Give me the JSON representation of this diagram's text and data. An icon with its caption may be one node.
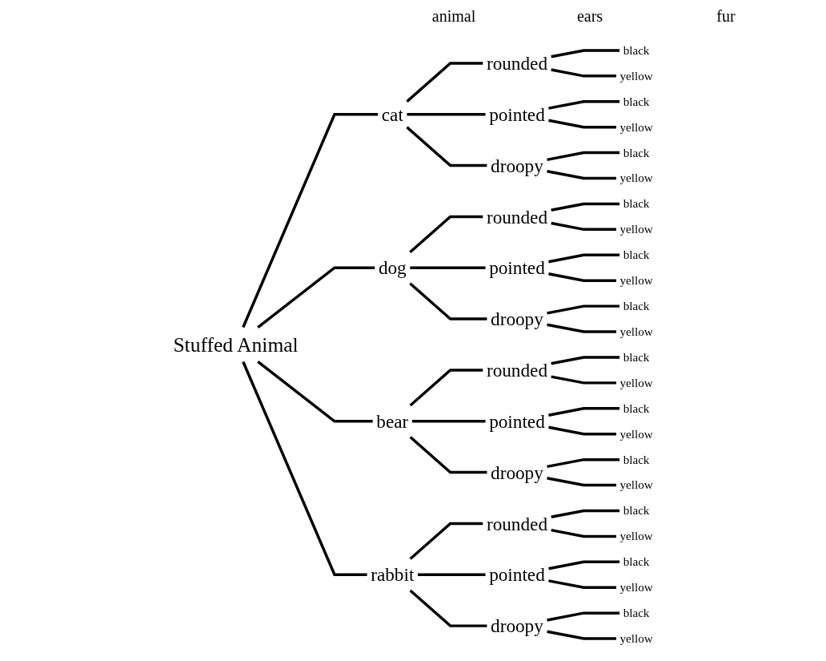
{
  "diagram": {
    "nodes": [
      {
        "text": [
          "Stuffed Animal"
        ]
      },
      {
        "text": [
          "cat"
        ]
      },
      {
        "text": [
          "rounded"
        ]
      },
      {
        "text": [
          "black"
        ]
      },
      {
        "text": [
          "yellow"
        ]
      },
      {
        "text": [
          "pointed"
        ]
      },
      {
        "text": [
          "black"
        ]
      },
      {
        "text": [
          "yellow"
        ]
      },
      {
        "text": [
          "droopy"
        ]
      },
      {
        "text": [
          "black"
        ]
      },
      {
        "text": [
          "yellow"
        ]
      },
      {
        "text": [
          "dog"
        ]
      },
      {
        "text": [
          "rounded"
        ]
      },
      {
        "text": [
          "black"
        ]
      },
      {
        "text": [
          "yellow"
        ]
      },
      {
        "text": [
          "pointed"
        ]
      },
      {
        "text": [
          "black"
        ]
      },
      {
        "text": [
          "yellow"
        ]
      },
      {
        "text": [
          "droopy"
        ]
      },
      {
        "text": [
          "black"
        ]
      },
      {
        "text": [
          "yellow"
        ]
      },
      {
        "text": [
          "bear"
        ]
      },
      {
        "text": [
          "rounded"
        ]
      },
      {
        "text": [
          "black"
        ]
      },
      {
        "text": [
          "yellow"
        ]
      },
      {
        "text": [
          "pointed"
        ]
      },
      {
        "text": [
          "black"
        ]
      },
      {
        "text": [
          "yellow"
        ]
      },
      {
        "text": [
          "droopy"
        ]
      },
      {
        "text": [
          "black"
        ]
      },
      {
        "text": [
          "yellow"
        ]
      },
      {
        "text": [
          "rabbit"
        ]
      },
      {
        "text": [
          "rounded"
        ]
      },
      {
        "text": [
          "black"
        ]
      },
      {
        "text": [
          "yellow"
        ]
      },
      {
        "text": [
          "pointed"
        ]
      },
      {
        "text": [
          "black"
        ]
      },
      {
        "text": [
          "yellow"
        ]
      },
      {
        "text": [
          "droopy"
        ]
      },
      {
        "text": [
          "black"
        ]
      },
      {
        "text": [
          "yellow"
        ]
      }
    ],
    "edges": [
      {
        "from": 0,
        "to": 1,
        "arrow": "none"
      },
      {
        "from": 1,
        "to": 2,
        "arrow": "none"
      },
      {
        "from": 2,
        "to": 3,
        "arrow": "none"
      },
      {
        "from": 2,
        "to": 4,
        "arrow": "none"
      },
      {
        "from": 1,
        "to": 5,
        "arrow": "none"
      },
      {
        "from": 5,
        "to": 6,
        "arrow": "none"
      },
      {
        "from": 5,
        "to": 7,
        "arrow": "none"
      },
      {
        "from": 1,
        "to": 8,
        "arrow": "none"
      },
      {
        "from": 8,
        "to": 9,
        "arrow": "none"
      },
      {
        "from": 8,
        "to": 10,
        "arrow": "none"
      },
      {
        "from": 0,
        "to": 11,
        "arrow": "none"
      },
      {
        "from": 11,
        "to": 12,
        "arrow": "none"
      },
      {
        "from": 12,
        "to": 13,
        "arrow": "none"
      },
      {
        "from": 12,
        "to": 14,
        "arrow": "none"
      },
      {
        "from": 11,
        "to": 15,
        "arrow": "none"
      },
      {
        "from": 15,
        "to": 16,
        "arrow": "none"
      },
      {
        "from": 15,
        "to": 17,
        "arrow": "none"
      },
      {
        "from": 11,
        "to": 18,
        "arrow": "none"
      },
      {
        "from": 18,
        "to": 19,
        "arrow": "none"
      },
      {
        "from": 18,
        "to": 20,
        "arrow": "none"
      },
      {
        "from": 0,
        "to": 21,
        "arrow": "none"
      },
      {
        "from": 21,
        "to": 22,
        "arrow": "none"
      },
      {
        "from": 22,
        "to": 23,
        "arrow": "none"
      },
      {
        "from": 22,
        "to": 24,
        "arrow": "none"
      },
      {
        "from": 21,
        "to": 25,
        "arrow": "none"
      },
      {
        "from": 25,
        "to": 26,
        "arrow": "none"
      },
      {
        "from": 25,
        "to": 27,
        "arrow": "none"
      },
      {
        "from": 21,
        "to": 28,
        "arrow": "none"
      },
      {
        "from": 28,
        "to": 29,
        "arrow": "none"
      },
      {
        "from": 28,
        "to": 30,
        "arrow": "none"
      },
      {
        "from": 0,
        "to": 31,
        "arrow": "none"
      },
      {
        "from": 31,
        "to": 32,
        "arrow": "none"
      },
      {
        "from": 32,
        "to": 33,
        "arrow": "none"
      },
      {
        "from": 32,
        "to": 34,
        "arrow": "none"
      },
      {
        "from": 31,
        "to": 35,
        "arrow": "none"
      },
      {
        "from": 35,
        "to": 36,
        "arrow": "none"
      },
      {
        "from": 35,
        "to": 37,
        "arrow": "none"
      },
      {
        "from": 31,
        "to": 38,
        "arrow": "none"
      },
      {
        "from": 38,
        "to": 39,
        "arrow": "none"
      },
      {
        "from": 38,
        "to": 40,
        "arrow": "none"
      }
    ],
    "labels": [
      "animal",
      "ears",
      "fur"
    ]
  }
}
